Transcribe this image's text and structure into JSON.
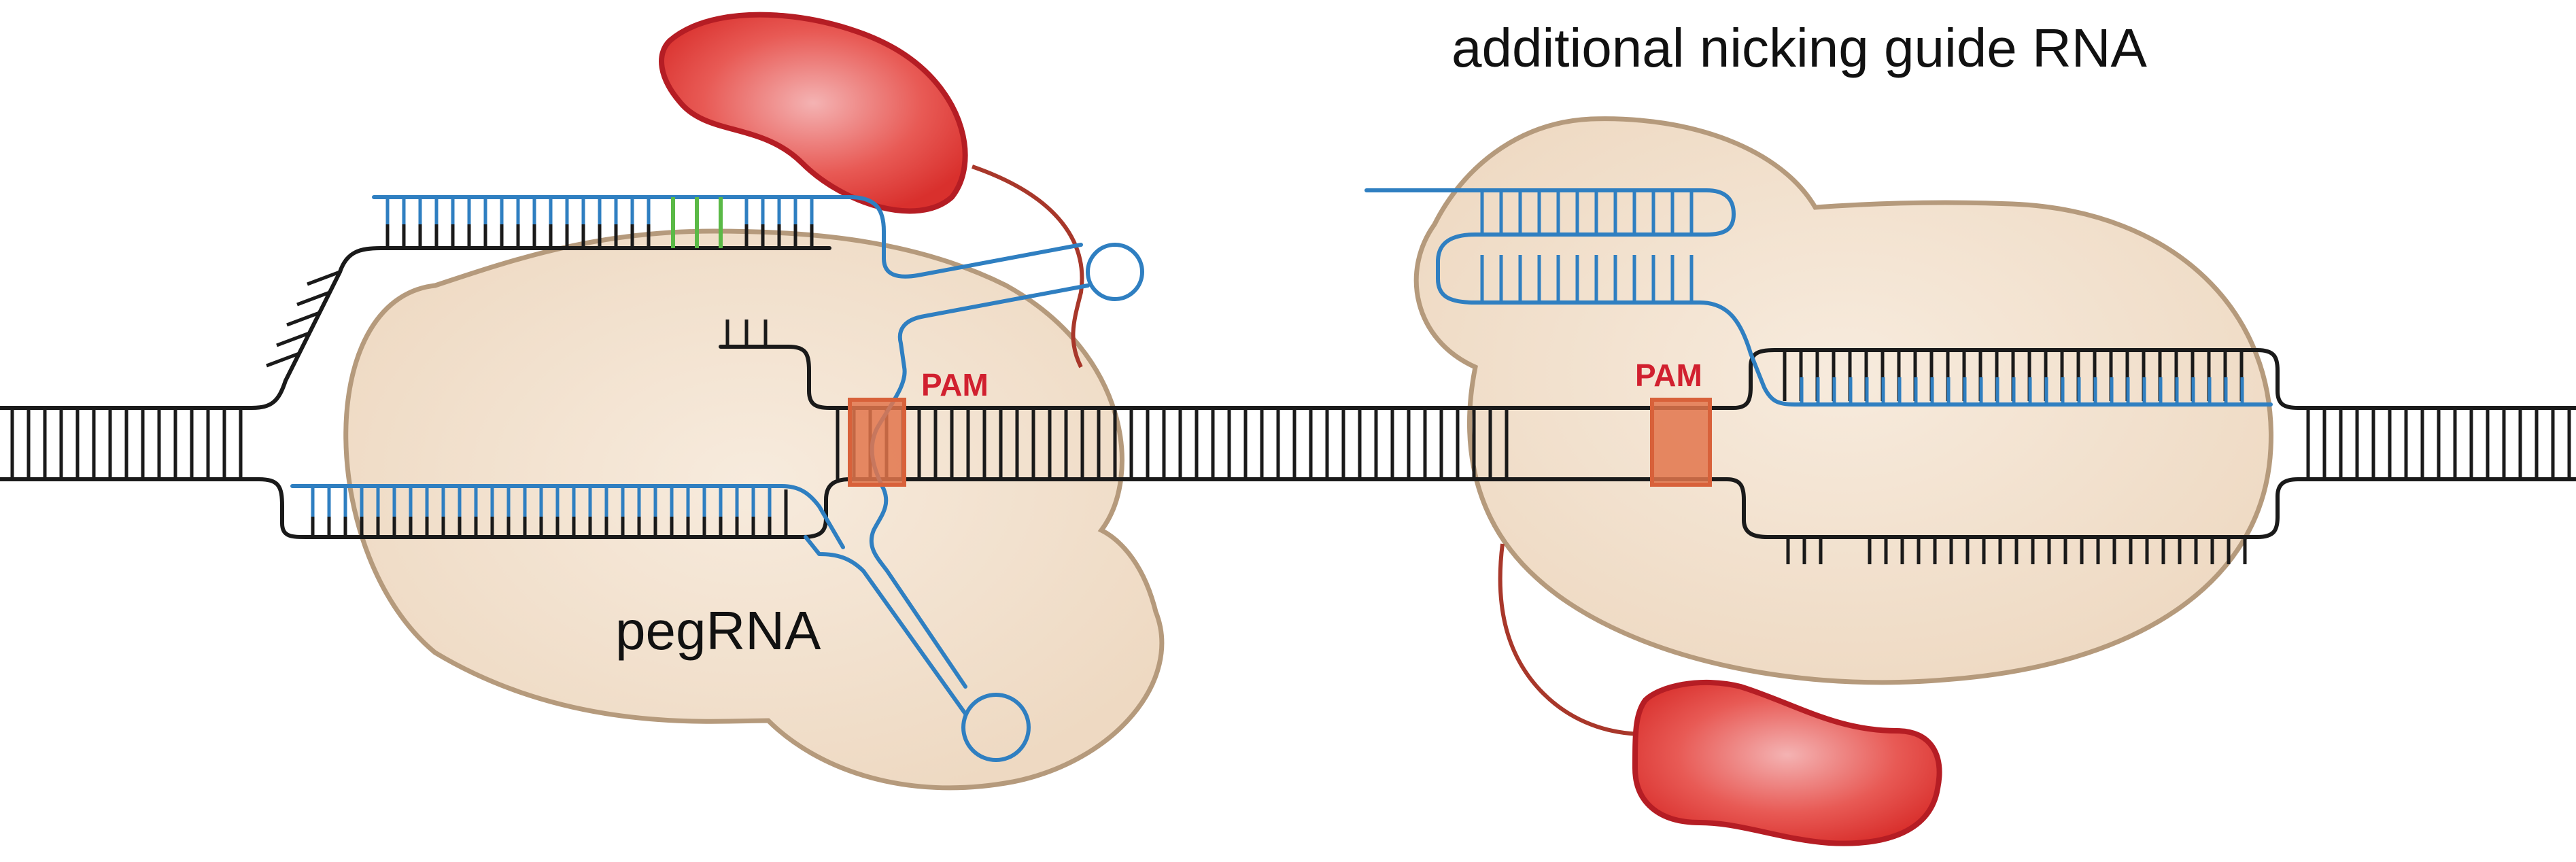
{
  "labels": {
    "pegrna": "pegRNA",
    "nicking_guide": "additional nicking guide RNA",
    "pam_left": "PAM",
    "pam_right": "PAM"
  },
  "colors": {
    "dna": "#1a1a1a",
    "rna": "#2f7fc1",
    "edit": "#5ab946",
    "pam_fill": "#e2764c",
    "pam_edge": "#d8613a",
    "pam_text": "#d1202f",
    "cas_fill": "#f2e0cc",
    "cas_edge": "#b59a7c",
    "rt_fill": "#e03a3a",
    "rt_edge": "#b51d24",
    "linker": "#a8372a"
  }
}
